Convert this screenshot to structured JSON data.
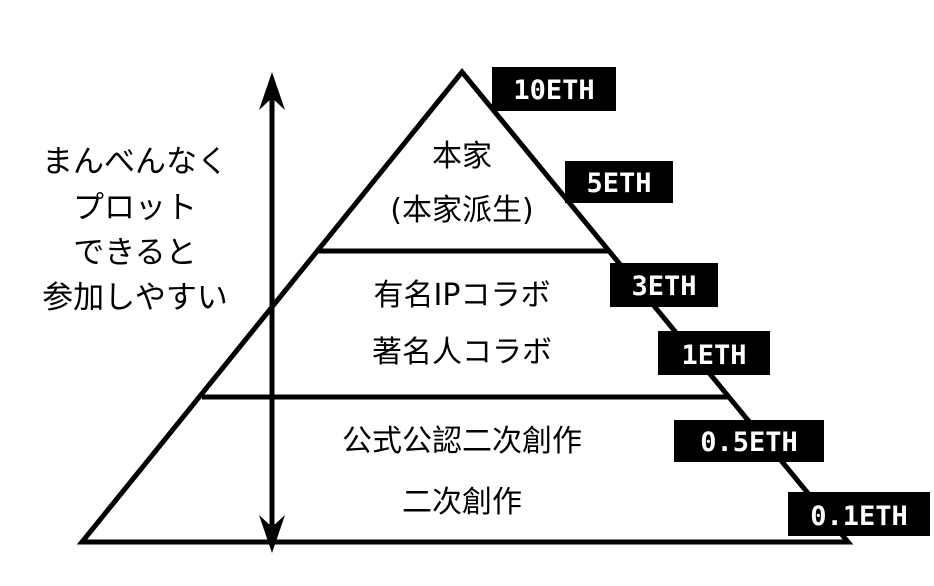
{
  "side_label": [
    "まんべんなく",
    "プロット",
    "できると",
    "参加しやすい"
  ],
  "tiers": {
    "top": [
      "本家",
      "(本家派生)"
    ],
    "middle": [
      "有名IPコラボ",
      "著名人コラボ"
    ],
    "bottom": [
      "公式公認二次創作",
      "二次創作"
    ]
  },
  "prices": [
    "10ETH",
    "5ETH",
    "3ETH",
    "1ETH",
    "0.5ETH",
    "0.1ETH"
  ],
  "colors": {
    "line": "#000000",
    "price_bg": "#000000",
    "price_text": "#ffffff"
  },
  "icons": {
    "arrow": "double-headed-vertical-arrow-icon"
  }
}
